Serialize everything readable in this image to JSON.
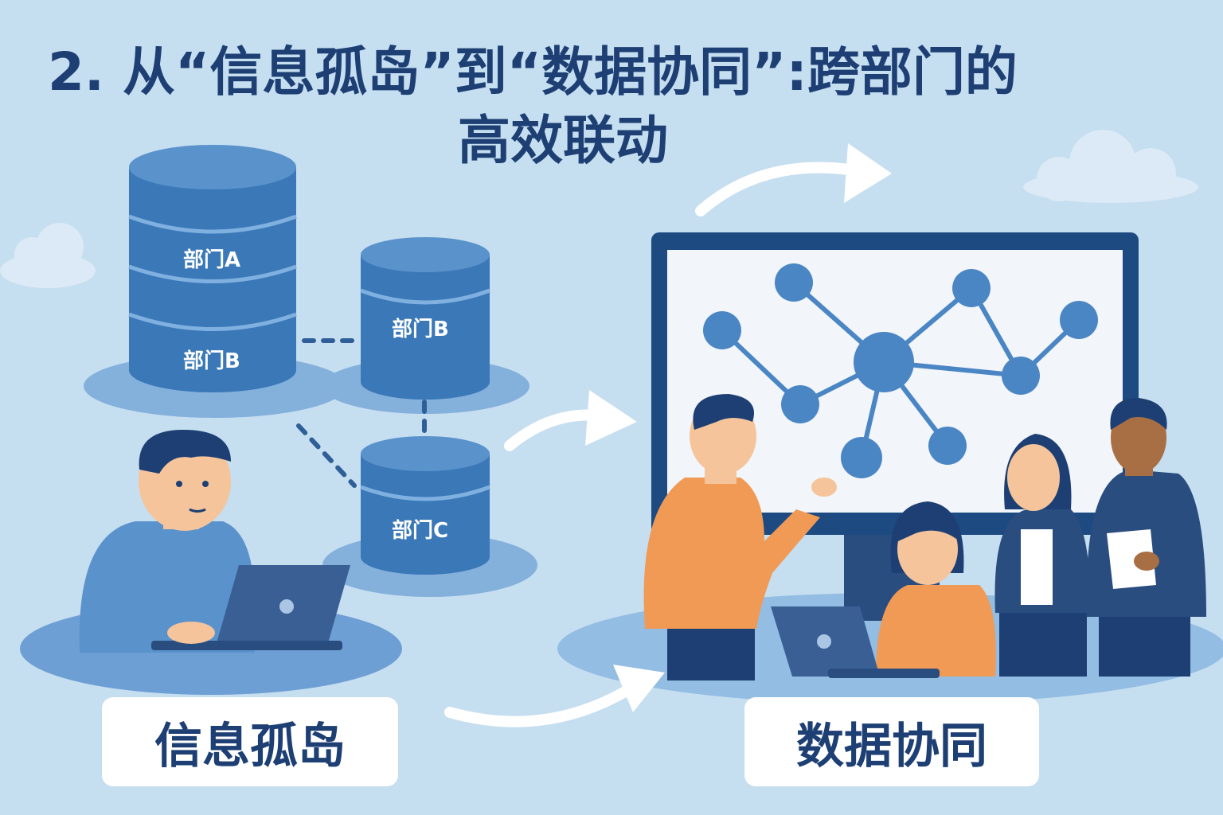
{
  "title": {
    "line1": "2. 从“信息孤岛”到“数据协同”:跨部门的",
    "line2": "高效联动"
  },
  "databases": [
    {
      "label": "部门A"
    },
    {
      "label": "部门B"
    },
    {
      "label": "部门B"
    },
    {
      "label": "部门C"
    }
  ],
  "captions": {
    "left": "信息孤岛",
    "right": "数据协同"
  },
  "colors": {
    "background": "#c5def0",
    "title": "#1d3f73",
    "db_dark": "#3a78b8",
    "db_light": "#5a92cc",
    "node": "#4a86c4",
    "orange": "#f09a55",
    "navy": "#1d3f73"
  }
}
